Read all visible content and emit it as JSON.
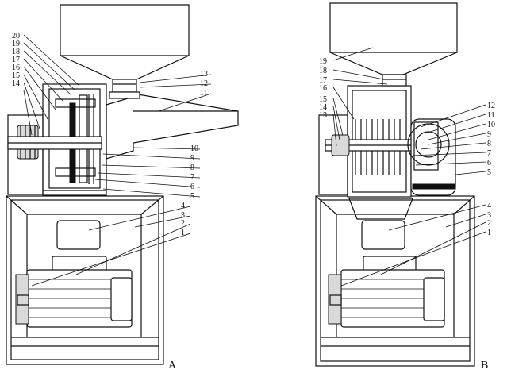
{
  "view_a": {
    "label": "A",
    "callouts": [
      "20",
      "19",
      "18",
      "17",
      "16",
      "15",
      "14",
      "13",
      "12",
      "11",
      "10",
      "9",
      "8",
      "7",
      "6",
      "5",
      "4",
      "3",
      "2",
      "1"
    ]
  },
  "view_b": {
    "label": "B",
    "callouts": [
      "19",
      "18",
      "17",
      "16",
      "15",
      "14",
      "13",
      "12",
      "11",
      "10",
      "9",
      "8",
      "7",
      "6",
      "5",
      "4",
      "3",
      "2",
      "1"
    ]
  }
}
